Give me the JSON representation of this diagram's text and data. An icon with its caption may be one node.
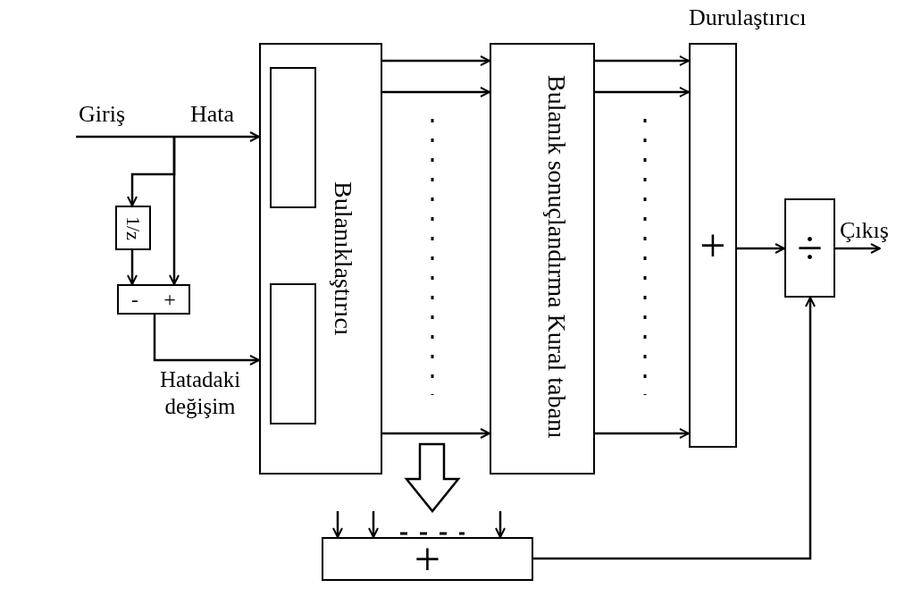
{
  "diagram": {
    "nodes": [
      {
        "text": [
          "Bulanıklaştırıcı"
        ]
      },
      {
        "text": [],
        "shape": "box",
        "in": 0
      },
      {
        "text": [],
        "shape": "box",
        "in": 0
      },
      {
        "text": [
          "Bulanık sonuçlandırma Kural tabanı"
        ]
      },
      {
        "text": [
          "Durulaştırıcı",
          "+"
        ]
      },
      {
        "text": [
          "÷"
        ]
      },
      {
        "text": [
          "1/z"
        ]
      },
      {
        "text": [
          "-",
          "+"
        ]
      },
      {
        "text": [
          "+"
        ]
      }
    ],
    "edges": [
      {
        "from": null,
        "to": 0,
        "arrow": "to",
        "label": "Hata"
      },
      {
        "from": null,
        "to": 6,
        "arrow": "to"
      },
      {
        "from": null,
        "to": 7,
        "arrow": "to"
      },
      {
        "from": 6,
        "to": 7,
        "arrow": "to"
      },
      {
        "from": 7,
        "to": 0,
        "arrow": "to",
        "label": "Hatadaki değişim"
      },
      {
        "from": 0,
        "to": 3,
        "arrow": "to"
      },
      {
        "from": 0,
        "to": 3,
        "arrow": "to"
      },
      {
        "from": 0,
        "to": 3,
        "arrow": "to"
      },
      {
        "from": 3,
        "to": 4,
        "arrow": "to"
      },
      {
        "from": 3,
        "to": 4,
        "arrow": "to"
      },
      {
        "from": 3,
        "to": 4,
        "arrow": "to"
      },
      {
        "from": 4,
        "to": 5,
        "arrow": "to"
      },
      {
        "from": 5,
        "to": null,
        "arrow": "to",
        "label": "Çıkış"
      },
      {
        "from": 8,
        "to": 5,
        "arrow": "to"
      },
      {
        "from": null,
        "to": 8,
        "arrow": "to"
      },
      {
        "from": null,
        "to": 8,
        "arrow": "to"
      },
      {
        "from": null,
        "to": 8,
        "arrow": "to"
      }
    ],
    "labels": [
      "Giriş"
    ]
  }
}
